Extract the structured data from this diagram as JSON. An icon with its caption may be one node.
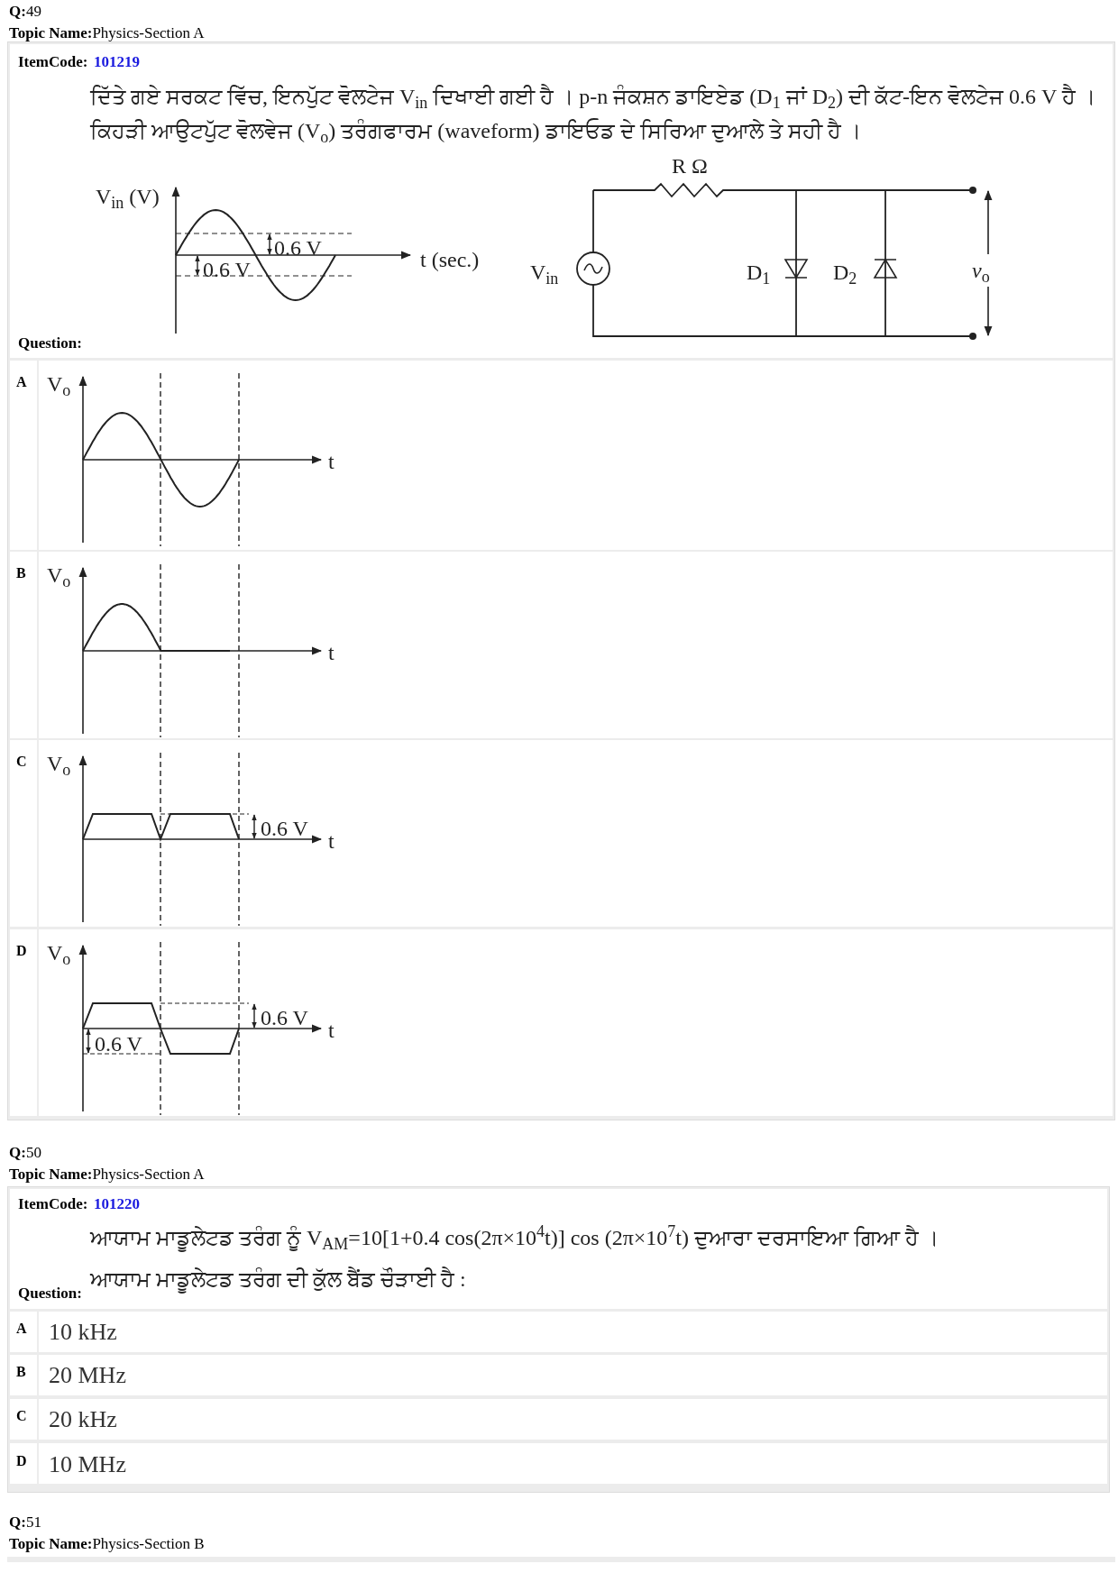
{
  "diagram": {
    "labels": [
      "**Q:**49",
      "**Topic Name:**Physics-Section A",
      "ItemCode:",
      "101219",
      "ਦਿੱਤੇ ਗਏ ਸਰਕਟ ਵਿੱਚ, ਇਨਪੁੱਟ ਵੋਲਟੇਜ V$_{in}$ ਦਿਖਾਈ ਗਈ ਹੈ । p-n ਜੰਕਸ਼ਨ ਡਾਇਏਡ (D$_{1}$ ਜਾਂ D$_{2}$) ਦੀ ਕੱਟ-ਇਨ ਵੋਲਟੇਜ 0.6 V ਹੈ । ਕਿਹੜੀ ਆਉਟਪੁੱਟ ਵੋਲਵੇਜ (V$_{o}$) ਤਰੰਗਫਾਰਮ (waveform) ਡਾਇਓਡ ਦੇ ਸਿਰਿਆ ਦੁਆਲੇ ਤੇ ਸਹੀ ਹੈ ।",
      "V$_{in}$ (V)",
      "0.6 V",
      "0.6 V",
      "t (sec.)",
      "R Ω",
      "V$_{in}$",
      "D$_{1}$",
      "D$_{2}$",
      "*v*$_{o}$",
      "Question:",
      "A",
      "V$_{o}$",
      "t",
      "B",
      "V$_{o}$",
      "t",
      "C",
      "V$_{o}$",
      "0.6 V",
      "t",
      "D",
      "V$_{o}$",
      "0.6 V",
      "t",
      "0.6 V",
      "**Q:**50",
      "**Topic Name:**Physics-Section A",
      "ItemCode:",
      "101220",
      "ਆਯਾਮ ਮਾਡੂਲੇਟਡ ਤਰੰਗ ਨੂੰ V$_{AM}$=10[1+0.4 cos(2π×10$^{4}$t)] cos (2π×10$^{7}$t) ਦੁਆਰਾ ਦਰਸਾਇਆ ਗਿਆ ਹੈ ।",
      "Question:",
      "ਆਯਾਮ ਮਾਡੂਲੇਟਡ ਤਰੰਗ ਦੀ ਕੁੱਲ ਬੈਂਡ ਚੌੜਾਈ ਹੈ :",
      "A",
      "10 kHz",
      "B",
      "20 MHz",
      "C",
      "20 kHz",
      "D",
      "10 MHz",
      "**Q:**51",
      "**Topic Name:**Physics-Section B"
    ]
  }
}
